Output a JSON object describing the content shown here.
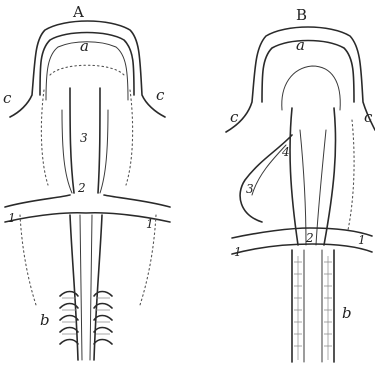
{
  "figure_a": {
    "title": "A",
    "labels": {
      "a": "a",
      "c_left": "c",
      "c_right": "c",
      "n3": "3",
      "n2": "2",
      "n1_left": "1",
      "n1_right": "1",
      "b": "b"
    }
  },
  "figure_b": {
    "title": "B",
    "labels": {
      "a": "a",
      "c_left": "c",
      "c_right": "c",
      "n4": "4",
      "n3": "3",
      "n2": "2",
      "n1_left": "1",
      "n1_right": "1",
      "b": "b"
    }
  }
}
